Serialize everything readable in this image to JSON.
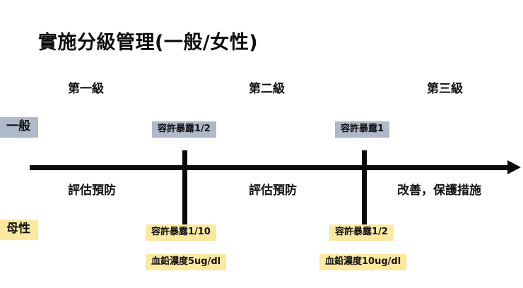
{
  "slide": {
    "title": "實施分級管理(一般/女性)",
    "background_color": "#ffffff"
  },
  "colors": {
    "gray_badge": "#aeb9c9",
    "yellow_badge": "#fbe9a0",
    "line": "#0a0a0a",
    "text": "#111111"
  },
  "levels": [
    {
      "label": "第一級"
    },
    {
      "label": "第二級"
    },
    {
      "label": "第三級"
    }
  ],
  "rows": {
    "general": {
      "label": "一般",
      "badge_color": "#aeb9c9"
    },
    "maternity": {
      "label": "母性",
      "badge_color": "#fbe9a0"
    }
  },
  "general_tags": [
    {
      "label": "容許暴露1/2",
      "boundary": "level-1-to-2"
    },
    {
      "label": "容許暴露1",
      "boundary": "level-2-to-3"
    }
  ],
  "maternity_tags": [
    {
      "label": "容許暴露1/10",
      "boundary": "level-1-to-2"
    },
    {
      "label": "血鉛濃度5ug/dl",
      "boundary": "level-1-to-2"
    },
    {
      "label": "容許暴露1/2",
      "boundary": "level-2-to-3"
    },
    {
      "label": "血鉛濃度10ug/dl",
      "boundary": "level-2-to-3"
    }
  ],
  "actions": [
    {
      "label": "評估預防"
    },
    {
      "label": "評估預防"
    },
    {
      "label": "改善，保護措施"
    }
  ]
}
